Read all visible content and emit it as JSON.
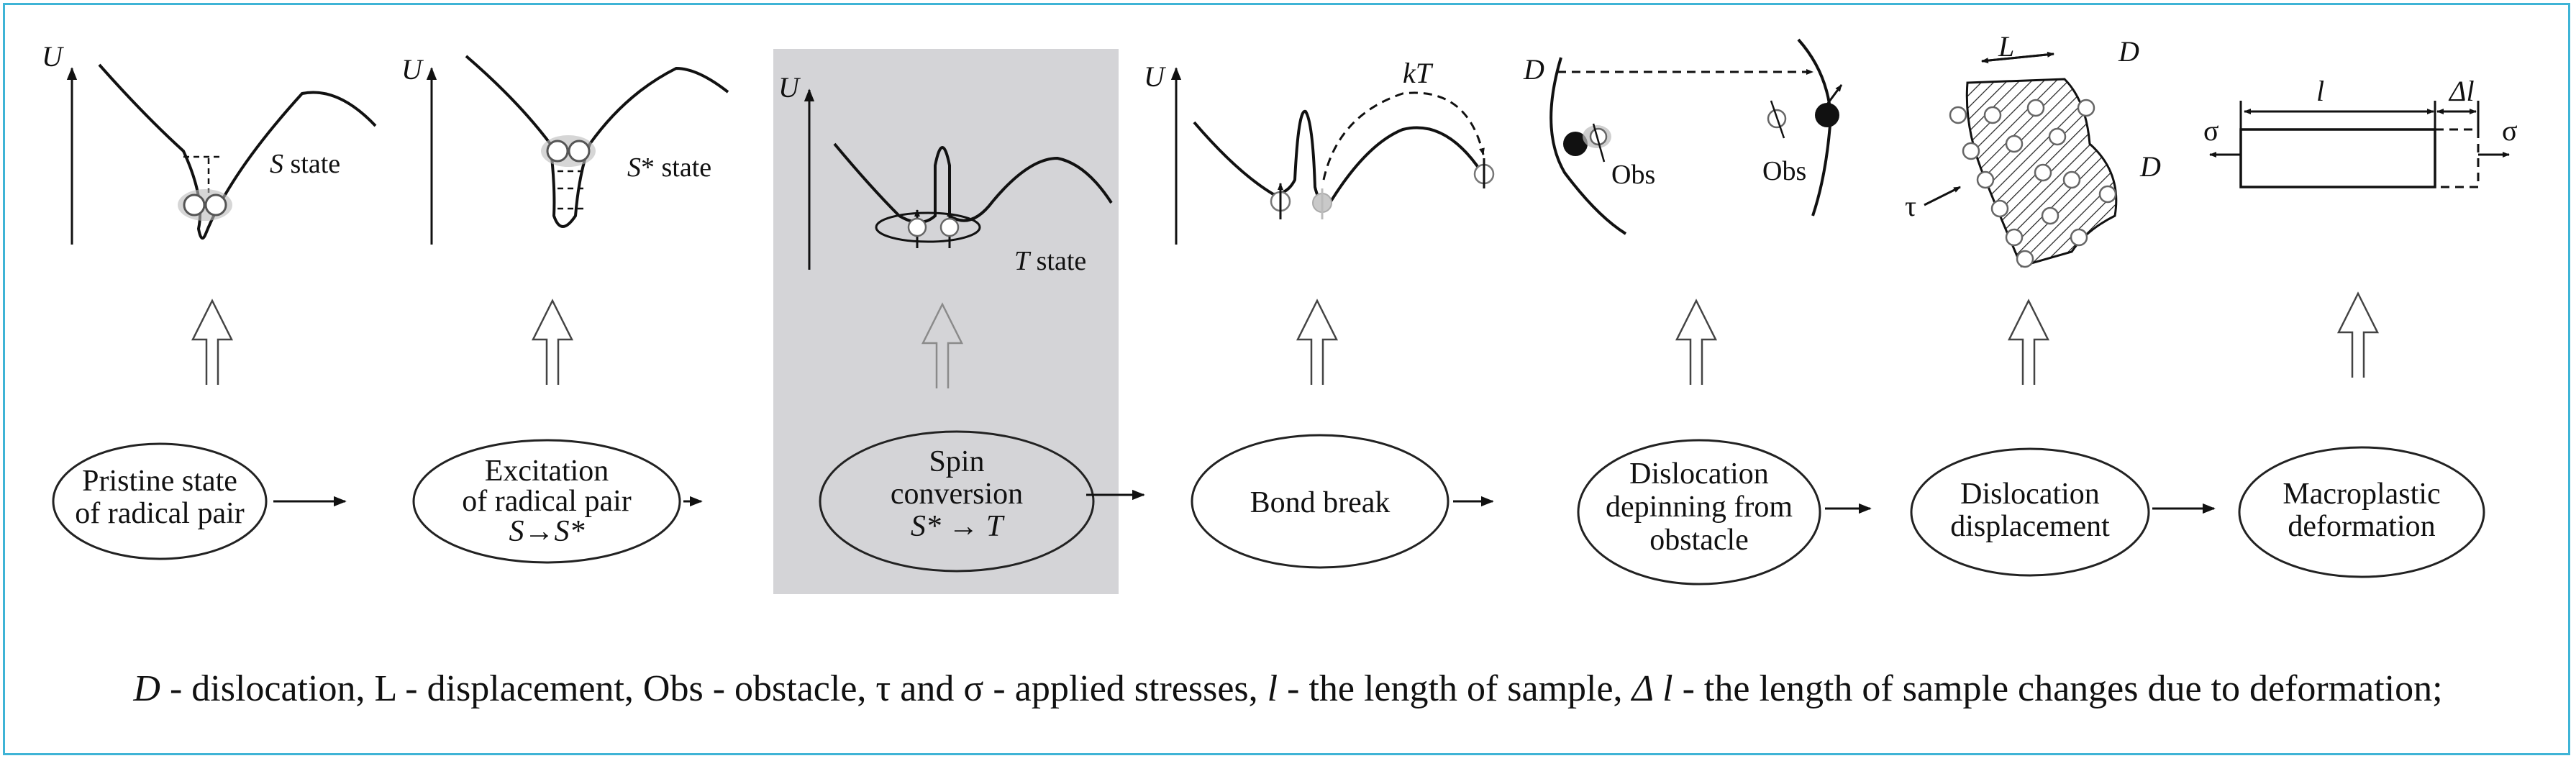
{
  "stages": [
    {
      "id": "pristine",
      "lines": [
        "Pristine state",
        "of radical pair"
      ]
    },
    {
      "id": "excitation",
      "lines": [
        "Excitation",
        "of radical pair"
      ],
      "formula": "S→S*"
    },
    {
      "id": "spin",
      "lines": [
        "Spin",
        "conversion"
      ],
      "formula": "S* → T"
    },
    {
      "id": "bond",
      "lines": [
        "Bond break"
      ]
    },
    {
      "id": "depinning",
      "lines": [
        "Dislocation",
        "depinning from",
        "obstacle"
      ]
    },
    {
      "id": "displacement",
      "lines": [
        "Dislocation",
        "displacement"
      ]
    },
    {
      "id": "macro",
      "lines": [
        "Macroplastic",
        "deformation"
      ]
    }
  ],
  "panel_labels": {
    "energy_axis": "U",
    "s_state": "S state",
    "s_star_state": "S* state",
    "t_state": "T state",
    "kt": "kT",
    "dislocation": "D",
    "obstacle": "Obs",
    "displacement": "L",
    "tau": "τ",
    "sigma": "σ",
    "length": "l",
    "delta_length": "Δl"
  },
  "caption": {
    "d_sym": "D",
    "d_text": " - dislocation, L - displacement, Obs - obstacle, τ and σ - applied stresses, ",
    "l_sym": "l",
    "l_text": " -  the length of  sample, ",
    "dl_sym": "Δ l",
    "dl_text": " - the length of  sample changes due to deformation;"
  },
  "colors": {
    "frame": "#3fb4d6",
    "highlight": "#d4d4d7",
    "ink": "#111111",
    "particle": "#7f7f7f"
  }
}
